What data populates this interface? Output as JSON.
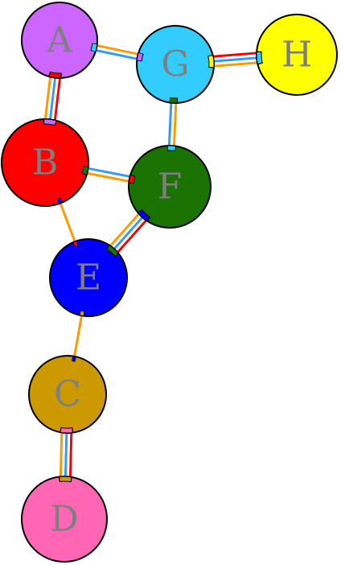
{
  "nodes": [
    {
      "id": "A",
      "label": "A",
      "color": "#cc66ff"
    },
    {
      "id": "G",
      "label": "G",
      "color": "#33ccff"
    },
    {
      "id": "H",
      "label": "H",
      "color": "#ffff00"
    },
    {
      "id": "B",
      "label": "B",
      "color": "#ff0000"
    },
    {
      "id": "F",
      "label": "F",
      "color": "#1a7300"
    },
    {
      "id": "E",
      "label": "E",
      "color": "#0000ff"
    },
    {
      "id": "C",
      "label": "C",
      "color": "#cc9900"
    },
    {
      "id": "D",
      "label": "D",
      "color": "#ff66b3"
    }
  ],
  "edges": [
    {
      "from": "A",
      "to": "G",
      "lines": [
        "#ff9900",
        "#ffffff",
        "#3399ff"
      ]
    },
    {
      "from": "G",
      "to": "H",
      "lines": [
        "#ff0000",
        "#ffffff",
        "#3399ff",
        "#ffffff",
        "#ff9900"
      ]
    },
    {
      "from": "A",
      "to": "B",
      "lines": [
        "#ff0000",
        "#ffffff",
        "#3399ff",
        "#ffffff",
        "#ff9900"
      ]
    },
    {
      "from": "G",
      "to": "F",
      "lines": [
        "#ff9900",
        "#ffffff",
        "#3399ff"
      ]
    },
    {
      "from": "B",
      "to": "F",
      "lines": [
        "#3399ff",
        "#ffffff",
        "#ff9900"
      ]
    },
    {
      "from": "B",
      "to": "E",
      "lines": [
        "#ff9900"
      ]
    },
    {
      "from": "F",
      "to": "E",
      "lines": [
        "#ff0000",
        "#ffffff",
        "#3399ff",
        "#ffffff",
        "#ff9900"
      ]
    },
    {
      "from": "E",
      "to": "C",
      "lines": [
        "#ff9900"
      ]
    },
    {
      "from": "C",
      "to": "D",
      "lines": [
        "#ff0000",
        "#ffffff",
        "#3399ff",
        "#ffffff",
        "#ff9900"
      ]
    }
  ]
}
